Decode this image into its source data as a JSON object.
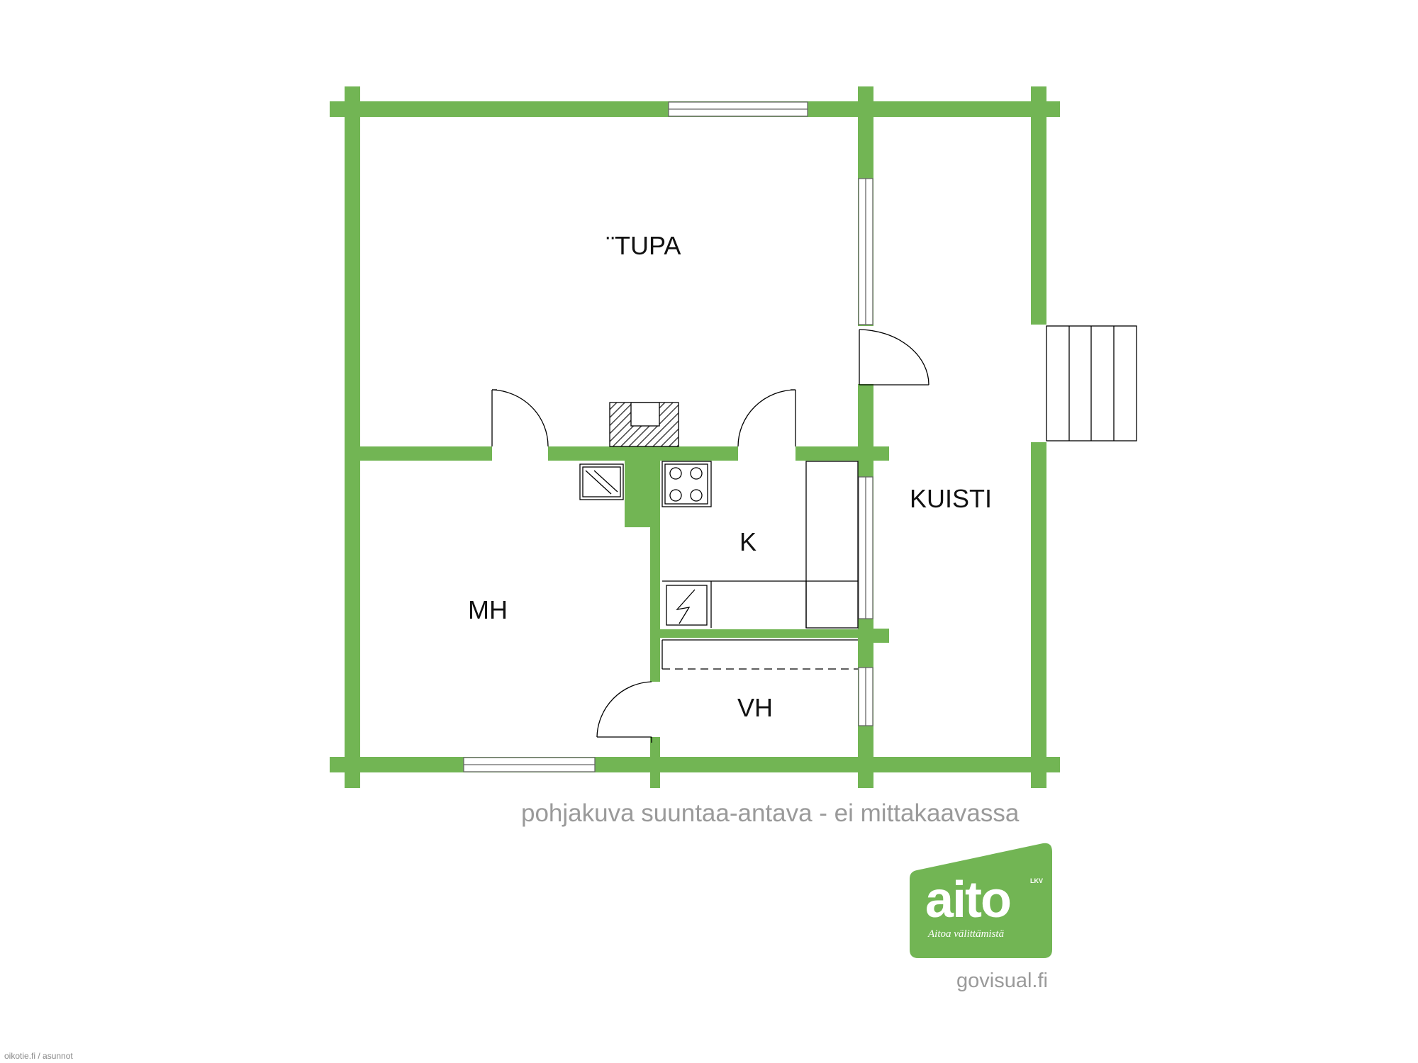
{
  "rooms": {
    "tupa": "¨TUPA",
    "kuisti": "KUISTI",
    "k": "K",
    "mh": "MH",
    "vh": "VH"
  },
  "caption": "pohjakuva suuntaa-antava - ei mittakaavassa",
  "logo": {
    "word": "aito",
    "badge": "LKV",
    "tagline": "Aitoa välittämistä",
    "color": "#72b554"
  },
  "credit": "govisual.fi",
  "source": "oikotie.fi / asunnot",
  "colors": {
    "walls": "#72b554",
    "caption": "#9a9a9a"
  }
}
